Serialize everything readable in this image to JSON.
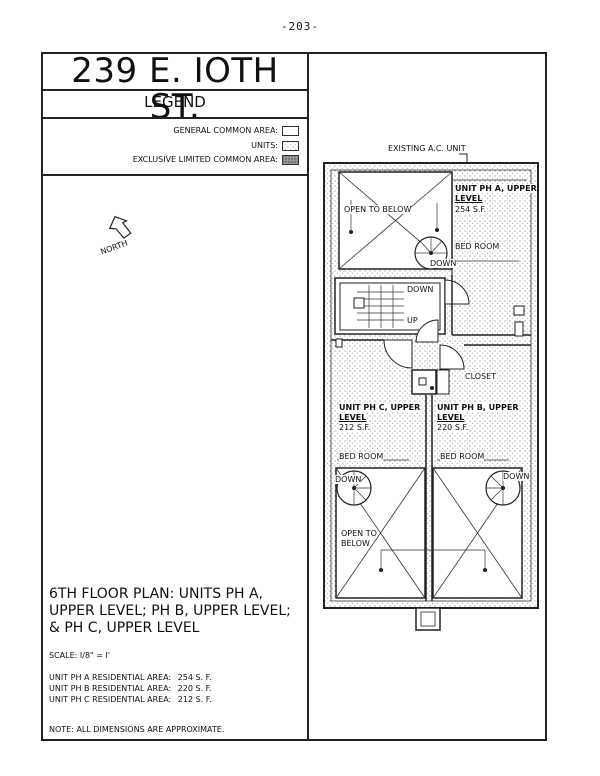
{
  "page_number": "-203-",
  "title": "239 E. IOTH ST.",
  "legend": {
    "heading": "LEGEND",
    "items": [
      {
        "label": "GENERAL COMMON AREA:"
      },
      {
        "label": "UNITS:"
      },
      {
        "label": "EXCLUSIVE LIMITED COMMON AREA:"
      }
    ]
  },
  "north_label": "NORTH",
  "plan_title": "6TH FLOOR PLAN: UNITS PH A, UPPER LEVEL; PH B, UPPER LEVEL; & PH C, UPPER LEVEL",
  "scale": "SCALE: I/8\" = I'",
  "areas": [
    {
      "label": "UNIT PH A RESIDENTIAL AREA:",
      "value": "254 S. F."
    },
    {
      "label": "UNIT PH B RESIDENTIAL AREA:",
      "value": "220 S. F."
    },
    {
      "label": "UNIT PH C RESIDENTIAL AREA:",
      "value": "212 S. F."
    }
  ],
  "note": "NOTE: ALL DIMENSIONS ARE APPROXIMATE.",
  "plan": {
    "existing_ac": "EXISTING A.C. UNIT",
    "unit_a_title": "UNIT PH A, UPPER",
    "unit_a_level": "LEVEL",
    "unit_a_area": "254 S.F.",
    "open_below_top": "OPEN TO BELOW",
    "bed_room_a": "BED ROOM",
    "down_a": "DOWN",
    "down_stair": "DOWN",
    "up_stair": "UP",
    "closet": "CLOSET",
    "unit_c_title": "UNIT PH C, UPPER",
    "unit_c_level": "LEVEL",
    "unit_c_area": "212 S.F.",
    "unit_b_title": "UNIT PH B, UPPER",
    "unit_b_level": "LEVEL",
    "unit_b_area": "220 S.F.",
    "bed_room_c": "BED ROOM",
    "bed_room_b": "BED ROOM",
    "down_c": "DOWN",
    "down_b": "DOWN",
    "open_to": "OPEN TO",
    "below": "BELOW"
  },
  "colors": {
    "ink": "#222222",
    "paper": "#ffffff"
  }
}
